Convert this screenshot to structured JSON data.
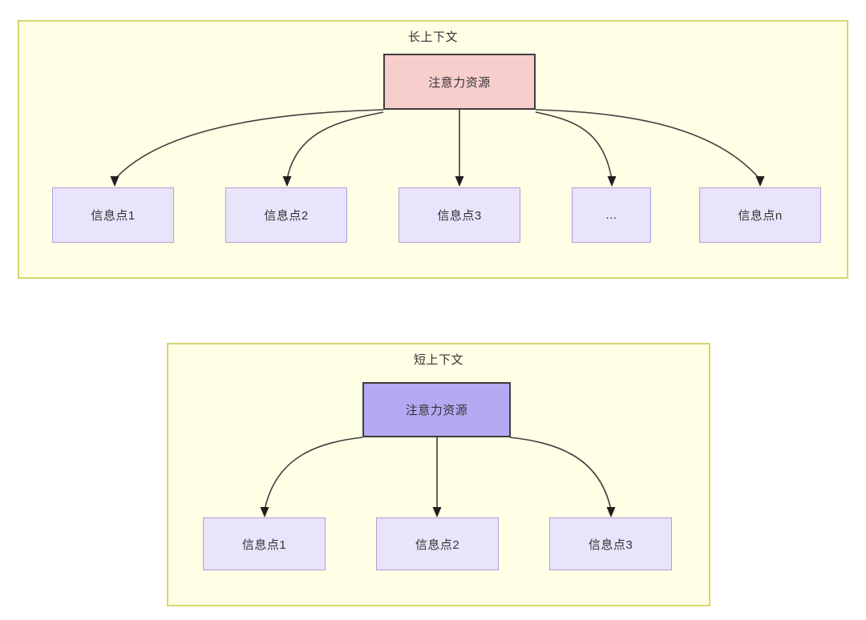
{
  "diagram": {
    "type": "flowchart",
    "panels": [
      {
        "id": "long-context",
        "title": "长上下文",
        "root": {
          "label": "注意力资源",
          "fill": "#f8cecc",
          "stroke": "#3d3d3d"
        },
        "children": [
          {
            "label": "信息点1"
          },
          {
            "label": "信息点2"
          },
          {
            "label": "信息点3"
          },
          {
            "label": "..."
          },
          {
            "label": "信息点n"
          }
        ],
        "child_fill": "#e8e4fb",
        "child_stroke": "#b39ddb",
        "panel_fill": "#ffffe6",
        "panel_stroke": "#d6d66b"
      },
      {
        "id": "short-context",
        "title": "短上下文",
        "root": {
          "label": "注意力资源",
          "fill": "#b3aaf2",
          "stroke": "#3d3d3d"
        },
        "children": [
          {
            "label": "信息点1"
          },
          {
            "label": "信息点2"
          },
          {
            "label": "信息点3"
          }
        ],
        "child_fill": "#e8e4fb",
        "child_stroke": "#b39ddb",
        "panel_fill": "#ffffe6",
        "panel_stroke": "#d6d66b"
      }
    ]
  }
}
